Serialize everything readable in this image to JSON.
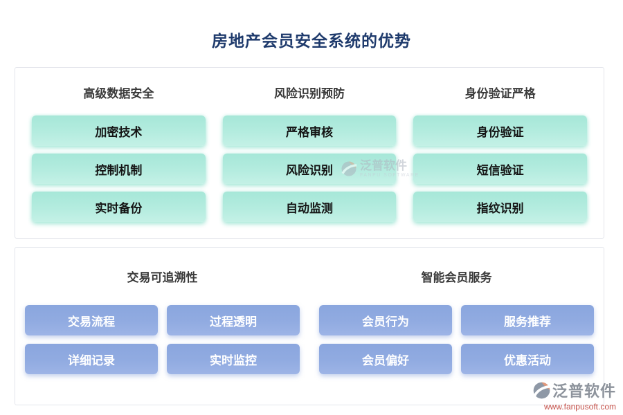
{
  "title": "房地产会员安全系统的优势",
  "colors": {
    "title_navy": "#1e3a6c",
    "teal_button": "#b4ecdf",
    "blue_button": "#91abe1",
    "header_text": "#3a3a3a",
    "watermark_gray": "#8d939c",
    "url_red": "#c5534c"
  },
  "top_panel": {
    "groups": [
      {
        "header": "高级数据安全",
        "items": [
          "加密技术",
          "控制机制",
          "实时备份"
        ]
      },
      {
        "header": "风险识别预防",
        "items": [
          "严格审核",
          "风险识别",
          "自动监测"
        ]
      },
      {
        "header": "身份验证严格",
        "items": [
          "身份验证",
          "短信验证",
          "指纹识别"
        ]
      }
    ]
  },
  "bottom_panel": {
    "groups": [
      {
        "header": "交易可追溯性",
        "items": [
          "交易流程",
          "过程透明",
          "详细记录",
          "实时监控"
        ]
      },
      {
        "header": "智能会员服务",
        "items": [
          "会员行为",
          "服务推荐",
          "会员偏好",
          "优惠活动"
        ]
      }
    ]
  },
  "watermark_center": {
    "brand": "泛普软件",
    "sub": "FANPU SOFTWARE"
  },
  "watermark_corner": {
    "brand": "泛普软件",
    "url": "www.fanpusoft.com"
  }
}
